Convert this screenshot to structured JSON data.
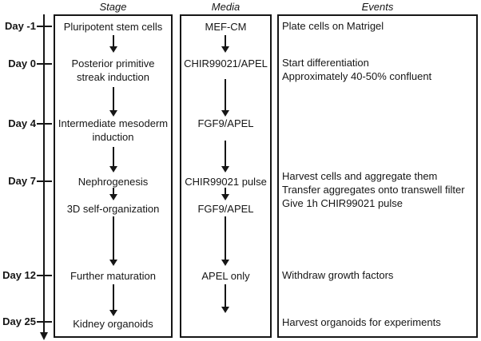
{
  "headers": {
    "stage": "Stage",
    "media": "Media",
    "events": "Events"
  },
  "timeline": {
    "days": [
      "Day -1",
      "Day 0",
      "Day 4",
      "Day 7",
      "Day 12",
      "Day 25"
    ]
  },
  "stage": {
    "steps": [
      "Pluripotent stem cells",
      "Posterior primitive\nstreak induction",
      "Intermediate mesoderm\ninduction",
      "Nephrogenesis",
      "3D self-organization",
      "Further maturation",
      "Kidney organoids"
    ]
  },
  "media": {
    "steps": [
      "MEF-CM",
      "CHIR99021/APEL",
      "FGF9/APEL",
      "CHIR99021 pulse",
      "FGF9/APEL",
      "APEL only"
    ]
  },
  "events": {
    "lines": [
      "Plate cells on Matrigel",
      "Start differentiation",
      "Approximately 40-50% confluent",
      "Harvest cells and aggregate them",
      "Transfer aggregates onto transwell filter",
      "Give 1h CHIR99021 pulse",
      "Withdraw growth factors",
      "Harvest organoids for experiments"
    ]
  },
  "colors": {
    "ink": "#161616",
    "background": "#ffffff"
  }
}
